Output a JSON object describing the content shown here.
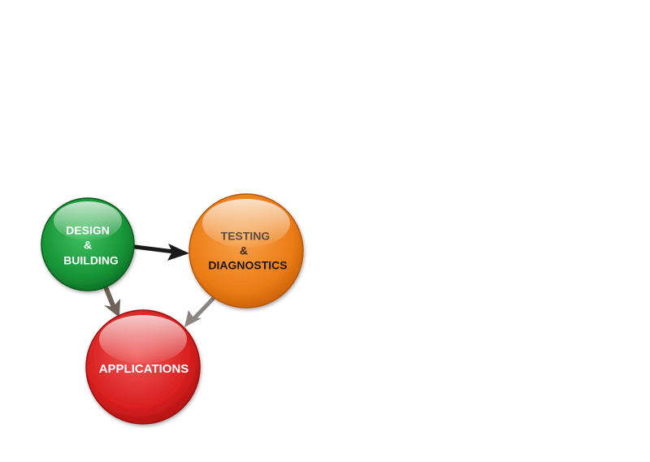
{
  "nodes": {
    "design": {
      "line1": "DESIGN",
      "line2": "&",
      "line3": "BUILDING",
      "color": "#1a9a3c",
      "text_color": "#ffffff"
    },
    "testing": {
      "line1": "TESTING",
      "line2": "&",
      "line3": "DIAGNOSTICS",
      "color": "#ee7f1a",
      "text_color_top": "#5b4a3f",
      "text_color_bottom": "#1c1310"
    },
    "applications": {
      "label": "APPLICATIONS",
      "color": "#dd2222",
      "text_color": "#ffffff"
    }
  },
  "edges": [
    {
      "from": "design",
      "to": "testing",
      "color": "#1a1a1a"
    },
    {
      "from": "design",
      "to": "applications",
      "color": "#6e6358"
    },
    {
      "from": "testing",
      "to": "applications",
      "color": "#8a8580"
    }
  ]
}
